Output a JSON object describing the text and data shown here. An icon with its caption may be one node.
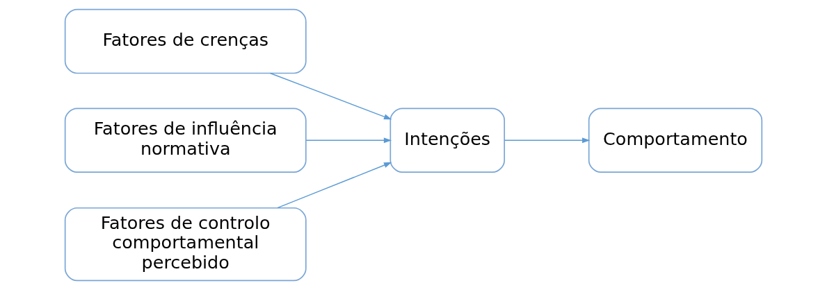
{
  "diagram": {
    "nodes": [
      {
        "text": [
          "Fatores de crenças"
        ]
      },
      {
        "text": [
          "Fatores de influência normativa"
        ]
      },
      {
        "text": [
          "Fatores de controlo comportamental percebido"
        ]
      },
      {
        "text": [
          "Intenções"
        ]
      },
      {
        "text": [
          "Comportamento"
        ]
      }
    ],
    "edges": [
      {
        "from": 0,
        "to": 3,
        "arrow": "to"
      },
      {
        "from": 1,
        "to": 3,
        "arrow": "to"
      },
      {
        "from": 2,
        "to": 3,
        "arrow": "to"
      },
      {
        "from": 3,
        "to": 4,
        "arrow": "to"
      }
    ]
  }
}
